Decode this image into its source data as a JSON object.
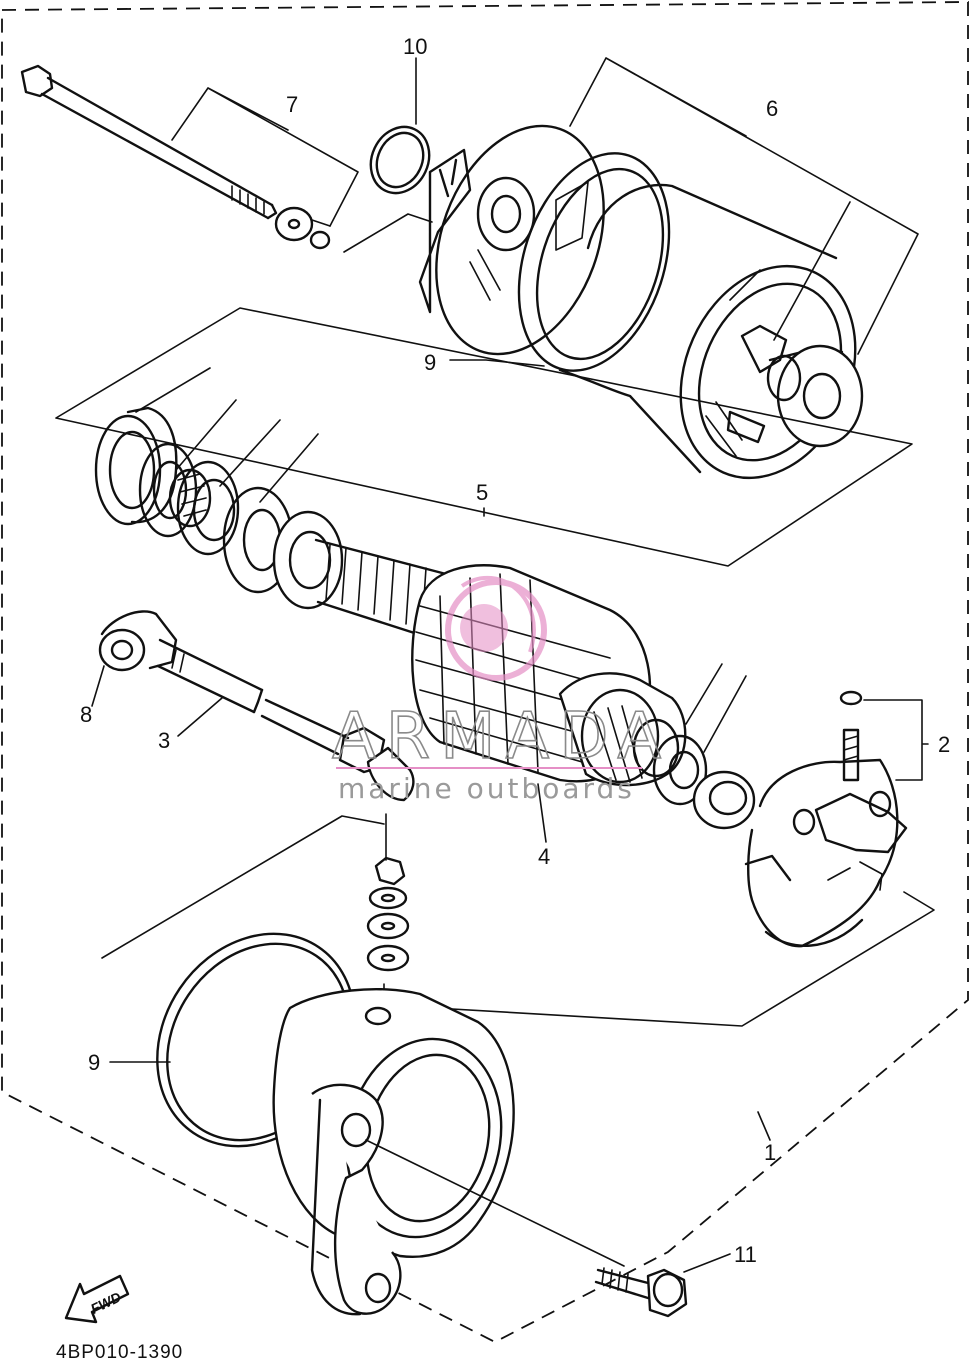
{
  "diagram": {
    "part_code": "4BP010-1390",
    "direction_marker": "FWD",
    "callouts": [
      {
        "id": "1",
        "text": "1"
      },
      {
        "id": "2",
        "text": "2"
      },
      {
        "id": "3",
        "text": "3"
      },
      {
        "id": "4",
        "text": "4"
      },
      {
        "id": "5",
        "text": "5"
      },
      {
        "id": "6",
        "text": "6"
      },
      {
        "id": "7",
        "text": "7"
      },
      {
        "id": "8",
        "text": "8"
      },
      {
        "id": "9a",
        "text": "9"
      },
      {
        "id": "9b",
        "text": "9"
      },
      {
        "id": "10",
        "text": "10"
      },
      {
        "id": "11",
        "text": "11"
      }
    ]
  },
  "watermark": {
    "brand": "ARMADA",
    "tagline": "marine outboards",
    "accent_color": "#e58fc6"
  }
}
